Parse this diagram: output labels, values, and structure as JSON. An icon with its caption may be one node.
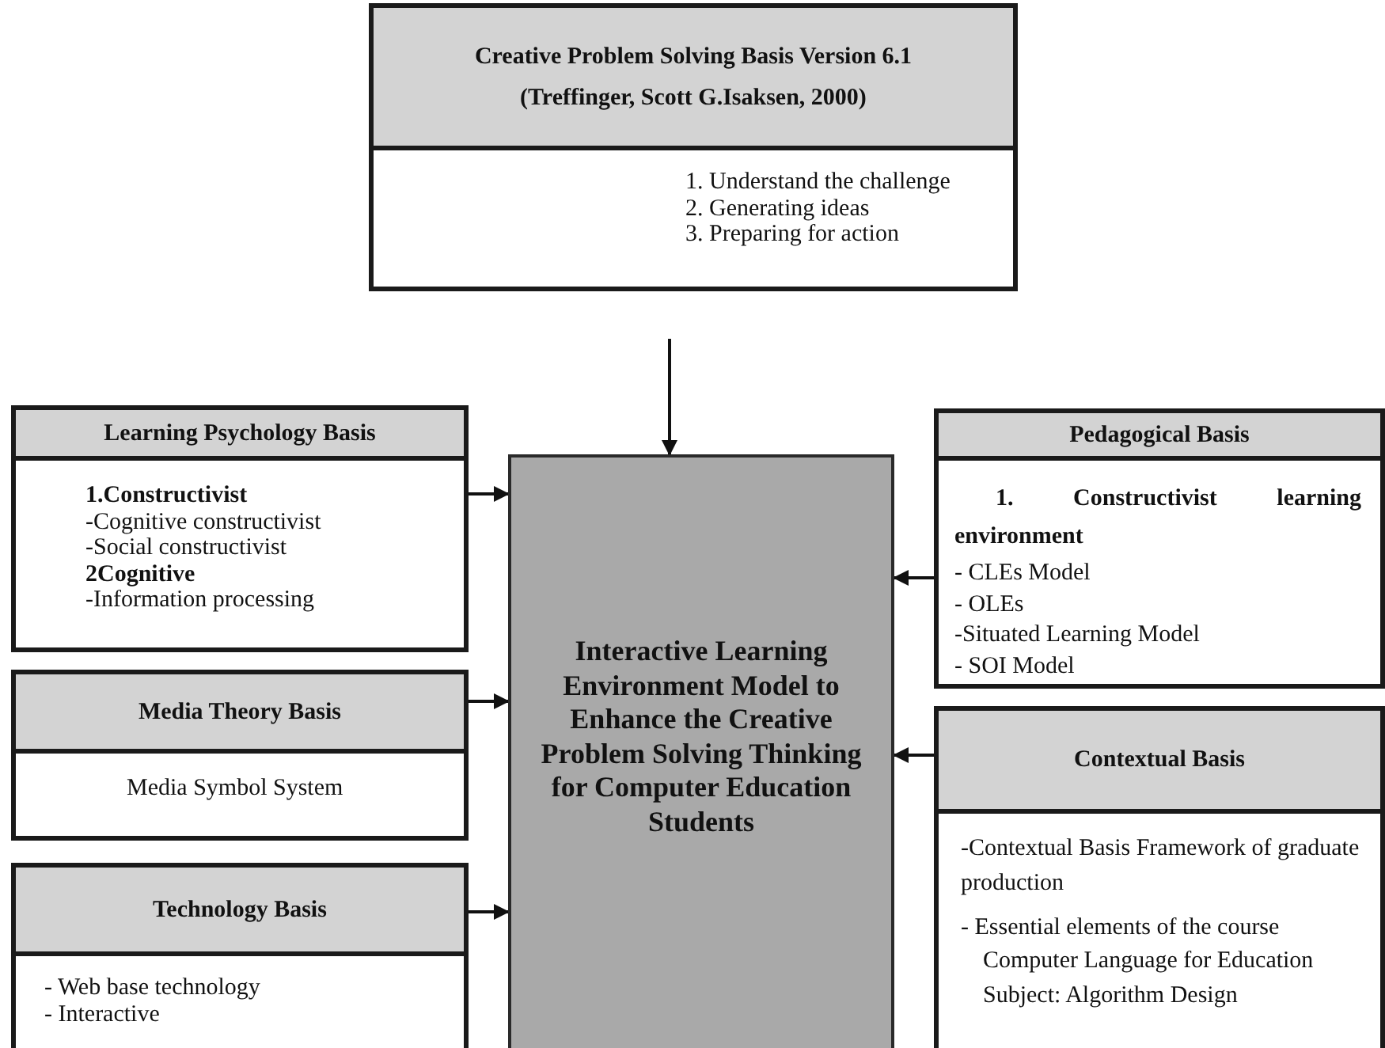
{
  "diagram": {
    "nodes": [
      {
        "text": [
          "Creative Problem Solving Basis Version 6.1",
          "(Treffinger, Scott G.Isaksen, 2000)",
          "1. Understand the challenge",
          "2. Generating ideas",
          "3. Preparing for action"
        ]
      },
      {
        "text": [
          "Learning Psychology Basis",
          "**1.Constructivist**",
          "-Cognitive constructivist",
          "-Social constructivist",
          "**2Cognitive**",
          "-Information processing"
        ]
      },
      {
        "text": [
          "Pedagogical Basis",
          "**1. Constructivist learning environment**",
          "- CLEs Model",
          "- OLEs",
          "-Situated Learning Model",
          "- SOI Model"
        ]
      },
      {
        "text": [
          "Media Theory Basis",
          "Media Symbol System"
        ]
      },
      {
        "text": [
          "Interactive Learning Environment Model to Enhance the Creative Problem Solving Thinking for Computer Education Students"
        ]
      },
      {
        "text": [
          "Contextual Basis",
          "-Contextual Basis Framework of graduate production",
          "- Essential elements of the course Computer Language for Education Subject: Algorithm Design"
        ]
      },
      {
        "text": [
          "Technology Basis",
          "- Web base technology",
          "- Interactive"
        ]
      }
    ],
    "edges": [
      {
        "from": 0,
        "to": 4,
        "arrow": "to"
      },
      {
        "from": 1,
        "to": 4,
        "arrow": "to"
      },
      {
        "from": 2,
        "to": 4,
        "arrow": "to"
      },
      {
        "from": 3,
        "to": 4,
        "arrow": "to"
      },
      {
        "from": 5,
        "to": 4,
        "arrow": "to"
      },
      {
        "from": 6,
        "to": 4,
        "arrow": "to"
      }
    ]
  }
}
